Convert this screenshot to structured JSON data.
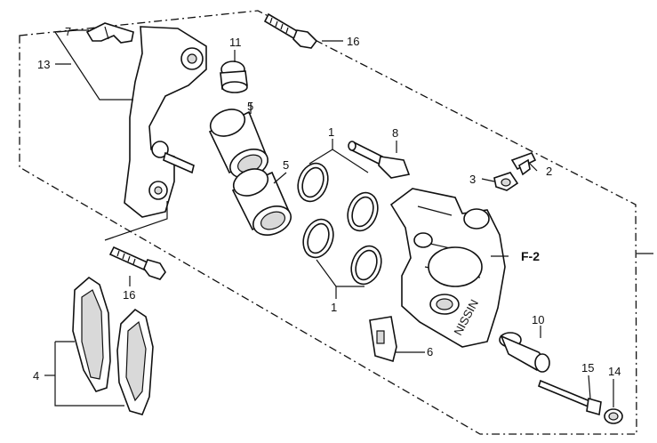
{
  "callouts": {
    "c1_top": "1",
    "c1_bottom": "1",
    "c2": "2",
    "c3": "3",
    "c4": "4",
    "c5_top": "5",
    "c5_mid": "5",
    "c6": "6",
    "c7": "7",
    "c8": "8",
    "c10": "10",
    "c11": "11",
    "c13": "13",
    "c14": "14",
    "c15": "15",
    "c16_top": "16",
    "c16_bottom": "16",
    "ref": "F-2"
  },
  "caliper_stamp": "NISSIN"
}
